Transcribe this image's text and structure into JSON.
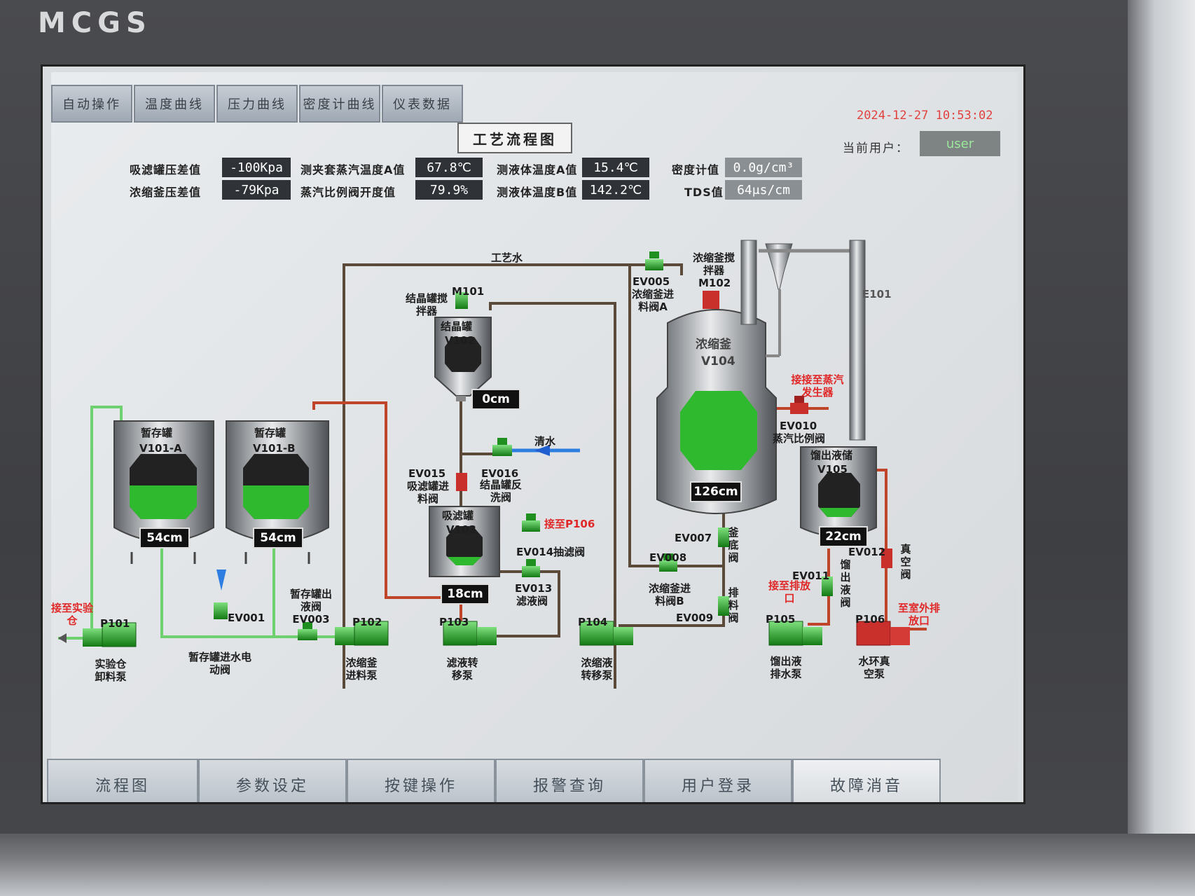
{
  "brand": "MCGS",
  "tabs": [
    "自动操作",
    "温度曲线",
    "压力曲线",
    "密度计曲线",
    "仪表数据"
  ],
  "datetime": "2024-12-27 10:53:02",
  "page_title": "工艺流程图",
  "user": {
    "label": "当前用户：",
    "value": "user"
  },
  "params": [
    {
      "label": "吸滤罐压差值",
      "value": "-100Kpa"
    },
    {
      "label": "浓缩釜压差值",
      "value": "-79Kpa"
    },
    {
      "label": "测夹套蒸汽温度A值",
      "value": "67.8℃"
    },
    {
      "label": "蒸汽比例阀开度值",
      "value": "79.9%"
    },
    {
      "label": "测液体温度A值",
      "value": "15.4℃"
    },
    {
      "label": "测液体温度B值",
      "value": "142.2℃"
    },
    {
      "label": "密度计值",
      "value": "0.0g/cm³"
    },
    {
      "label": "TDS值",
      "value": "64μs/cm"
    }
  ],
  "tanks": {
    "v101a": {
      "name": "暂存罐",
      "tag": "V101-A",
      "level": "54cm"
    },
    "v101b": {
      "name": "暂存罐",
      "tag": "V101-B",
      "level": "54cm"
    },
    "v102": {
      "name": "结晶罐",
      "tag": "V102",
      "level": "0cm"
    },
    "v103": {
      "name": "吸滤罐",
      "tag": "V103",
      "level": "18cm"
    },
    "v104": {
      "name": "浓缩釜",
      "tag": "V104",
      "level": "126cm"
    },
    "v105": {
      "name": "馏出液储",
      "tag": "V105",
      "level": "22cm"
    },
    "e101": {
      "tag": "E101"
    }
  },
  "labels": {
    "process_water": "工艺水",
    "clean_water": "清水",
    "m101": "M101",
    "m101_name": "结晶罐搅拌器",
    "m102": "M102",
    "m102_name": "浓缩釜搅拌器",
    "ev005": "EV005",
    "ev005_name": "浓缩釜进料阀A",
    "ev010": "EV010",
    "ev010_name": "蒸汽比例阀",
    "steam_gen": "接接至蒸汽发生器",
    "ev015": "EV015",
    "ev015_name": "吸滤罐进料阀",
    "ev016": "EV016",
    "ev016_name": "结晶罐反洗阀",
    "ev014": "EV014抽滤阀",
    "to_p106": "接至P106",
    "ev013": "EV013",
    "ev013_name": "滤液阀",
    "ev007": "EV007",
    "ev007_name": "釜底阀",
    "ev008": "EV008",
    "ev008_name": "浓缩釜进料阀B",
    "ev009": "EV009",
    "ev009_name": "排料阀",
    "ev011": "EV011",
    "ev011_name": "馏出液阀",
    "ev012": "EV012",
    "ev012_name": "真空阀",
    "drain": "接至排放口",
    "outdoor": "至室外排放口",
    "lab": "接至实验仓",
    "ev001": "EV001",
    "ev001_name": "暂存罐进水电动阀",
    "ev003": "暂存罐出液阀EV003",
    "p101": "P101",
    "p101_name": "实验仓卸料泵",
    "p102": "P102",
    "p102_name": "浓缩釜进料泵",
    "p103": "P103",
    "p103_name": "滤液转移泵",
    "p104": "P104",
    "p104_name": "浓缩液转移泵",
    "p105": "P105",
    "p105_name": "馏出液排水泵",
    "p106": "P106",
    "p106_name": "水环真空泵"
  },
  "bottom_buttons": [
    "流程图",
    "参数设定",
    "按键操作",
    "报警查询",
    "用户登录",
    "故障消音"
  ]
}
